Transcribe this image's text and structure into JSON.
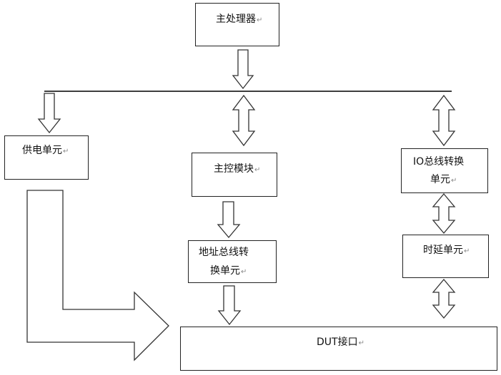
{
  "nodes": {
    "main_processor": "主处理器",
    "power_unit": "供电单元",
    "main_control": "主控模块",
    "io_bus": [
      "IO总线转换",
      "单元"
    ],
    "address_bus": [
      "地址总线转",
      "换单元"
    ],
    "delay_unit": "时延单元",
    "dut_interface": "DUT接口"
  },
  "paragraph_mark": "↵"
}
